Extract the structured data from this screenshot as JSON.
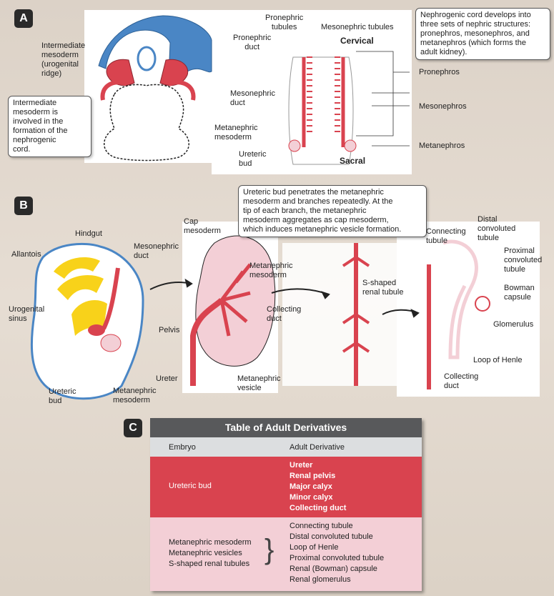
{
  "panels": {
    "a": {
      "badge": "A",
      "labels": {
        "intermediate_mesoderm": "Intermediate\nmesoderm\n(urogenital\nridge)",
        "pronephric_tubules": "Pronephric\ntubules",
        "mesonephric_tubules": "Mesonephric tubules",
        "pronephric_duct": "Pronephric\nduct",
        "cervical": "Cervical",
        "mesonephric_duct": "Mesonephric\nduct",
        "metanephric_mesoderm": "Metanephric\nmesoderm",
        "ureteric_bud": "Ureteric\nbud",
        "sacral": "Sacral",
        "pronephros": "Pronephros",
        "mesonephros": "Mesonephros",
        "metanephros": "Metanephros"
      },
      "callout_left": "Intermediate\nmesoderm is\ninvolved in the\nformation of the\nnephrogenic\ncord.",
      "callout_right": "Nephrogenic cord develops into\nthree sets of nephric structures:\npronephros, mesonephros, and\nmetanephros (which forms the\nadult kidney)."
    },
    "b": {
      "badge": "B",
      "callout": "Ureteric bud penetrates the metanephric\nmesoderm and branches repeatedly. At the\ntip of each branch, the metanephric\nmesoderm aggregates as cap mesoderm,\nwhich induces metanephric vesicle formation.",
      "labels": {
        "hindgut": "Hindgut",
        "allantois": "Allantois",
        "mesonephric_duct": "Mesonephric\nduct",
        "urogenital_sinus": "Urogenital\nsinus",
        "ureteric_bud": "Ureteric\nbud",
        "metanephric_mesoderm_1": "Metanephric\nmesoderm",
        "cap_mesoderm": "Cap\nmesoderm",
        "metanephric_mesoderm_2": "Metanephric\nmesoderm",
        "pelvis": "Pelvis",
        "collecting_duct_1": "Collecting\nduct",
        "ureter": "Ureter",
        "metanephric_vesicle": "Metanephric\nvesicle",
        "s_shaped": "S-shaped\nrenal tubule",
        "connecting_tubule": "Connecting\ntubule",
        "distal_convoluted": "Distal\nconvoluted\ntubule",
        "proximal_convoluted": "Proximal\nconvoluted\ntubule",
        "bowman": "Bowman\ncapsule",
        "glomerulus": "Glomerulus",
        "loop_of_henle": "Loop of Henle",
        "collecting_duct_2": "Collecting\nduct"
      }
    },
    "c": {
      "badge": "C",
      "title": "Table of Adult Derivatives",
      "col_embryo": "Embryo",
      "col_adult": "Adult Derivative",
      "rows": [
        {
          "embryo": [
            "Ureteric bud"
          ],
          "derivatives": [
            "Ureter",
            "Renal pelvis",
            "Major calyx",
            "Minor calyx",
            "Collecting duct"
          ]
        },
        {
          "embryo": [
            "Metanephric mesoderm",
            "Metanephric vesicles",
            "S-shaped renal tubules"
          ],
          "derivatives": [
            "Connecting tubule",
            "Distal convoluted tubule",
            "Loop of Henle",
            "Proximal convoluted tubule",
            "Renal (Bowman) capsule",
            "Renal glomerulus"
          ]
        }
      ]
    }
  },
  "colors": {
    "red": "#d9434f",
    "pink": "#f3cfd6",
    "blue": "#4a86c5",
    "yellow": "#f8d21a",
    "table_header": "#58595b"
  }
}
